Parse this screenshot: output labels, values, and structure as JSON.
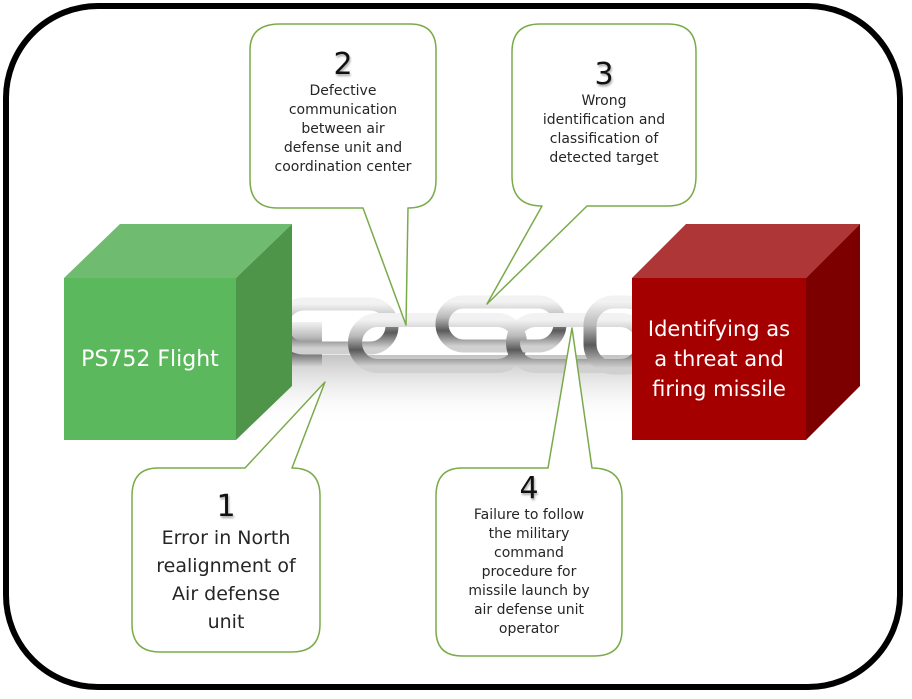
{
  "title": "PS752 Flight incident chain of events",
  "start_block": {
    "label": "PS752 Flight",
    "color": "#5cb85c"
  },
  "end_block": {
    "label_lines": [
      "Identifying as",
      "a threat and",
      "firing missile"
    ],
    "color": "#a50000"
  },
  "callouts": [
    {
      "number": "1",
      "text_lines": [
        "Error in North",
        "realignment of",
        "Air defense",
        "unit"
      ]
    },
    {
      "number": "2",
      "text_lines": [
        "Defective",
        "communication",
        "between air",
        "defense unit and",
        "coordination center"
      ]
    },
    {
      "number": "3",
      "text_lines": [
        "Wrong",
        "identification and",
        "classification of",
        "detected target"
      ]
    },
    {
      "number": "4",
      "text_lines": [
        "Failure to follow",
        "the military",
        "command",
        "procedure for",
        "missile launch by",
        "air defense unit",
        "operator"
      ]
    }
  ],
  "colors": {
    "callout_border": "#7aab4a",
    "frame": "#000000",
    "chain": "#9a9a9a"
  }
}
